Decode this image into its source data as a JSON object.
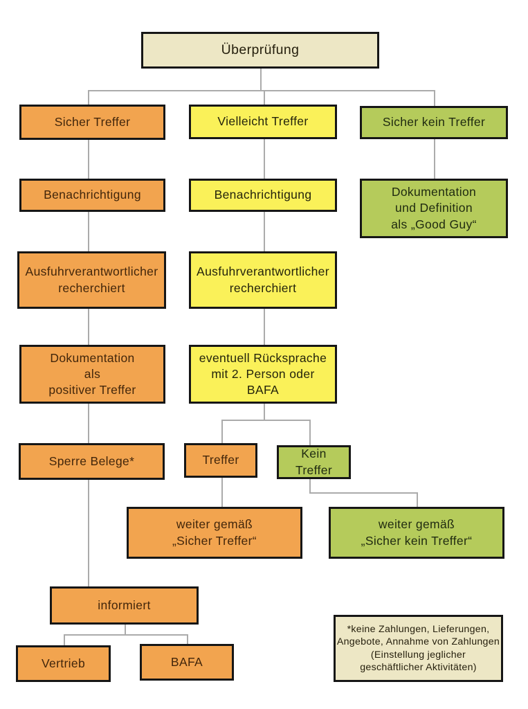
{
  "colors": {
    "orange": "#f2a44f",
    "yellow": "#faf159",
    "green": "#b5cb5b",
    "cream": "#ede7c5",
    "connector": "#ababab",
    "border": "#161616",
    "background": "#ffffff"
  },
  "nodes": {
    "ueberpruefung": {
      "lines": [
        "Überprüfung"
      ]
    },
    "sicher_treffer": {
      "lines": [
        "Sicher Treffer"
      ]
    },
    "vielleicht_treffer": {
      "lines": [
        "Vielleicht Treffer"
      ]
    },
    "sicher_kein_treffer": {
      "lines": [
        "Sicher kein Treffer"
      ]
    },
    "benachrichtigung_links": {
      "lines": [
        "Benachrichtigung"
      ]
    },
    "benachrichtigung_mitte": {
      "lines": [
        "Benachrichtigung"
      ]
    },
    "dokumentation_good_guy": {
      "lines": [
        "Dokumentation",
        "und Definition",
        "als „Good Guy“"
      ]
    },
    "ausfuhr_links": {
      "lines": [
        "Ausfuhrverantwortlicher",
        "recherchiert"
      ]
    },
    "ausfuhr_mitte": {
      "lines": [
        "Ausfuhrverantwortlicher",
        "recherchiert"
      ]
    },
    "dok_positiver_treffer": {
      "lines": [
        "Dokumentation",
        "als",
        "positiver Treffer"
      ]
    },
    "eventuell_ruecksprache": {
      "lines": [
        "eventuell Rücksprache",
        "mit 2. Person oder",
        "BAFA"
      ]
    },
    "sperre_belege": {
      "lines": [
        "Sperre Belege*"
      ]
    },
    "treffer": {
      "lines": [
        "Treffer"
      ]
    },
    "kein_treffer": {
      "lines": [
        "Kein",
        "Treffer"
      ]
    },
    "weiter_sicher_treffer": {
      "lines": [
        "weiter gemäß",
        "„Sicher Treffer“"
      ]
    },
    "weiter_sicher_kein_treffer": {
      "lines": [
        "weiter gemäß",
        "„Sicher kein Treffer“"
      ]
    },
    "informiert": {
      "lines": [
        "informiert"
      ]
    },
    "vertrieb": {
      "lines": [
        "Vertrieb"
      ]
    },
    "bafa": {
      "lines": [
        "BAFA"
      ]
    },
    "footnote": {
      "lines": [
        "*keine Zahlungen, Lieferungen,",
        "Angebote, Annahme von Zahlungen",
        "(Einstellung jeglicher",
        "geschäftlicher Aktivitäten)"
      ]
    }
  }
}
